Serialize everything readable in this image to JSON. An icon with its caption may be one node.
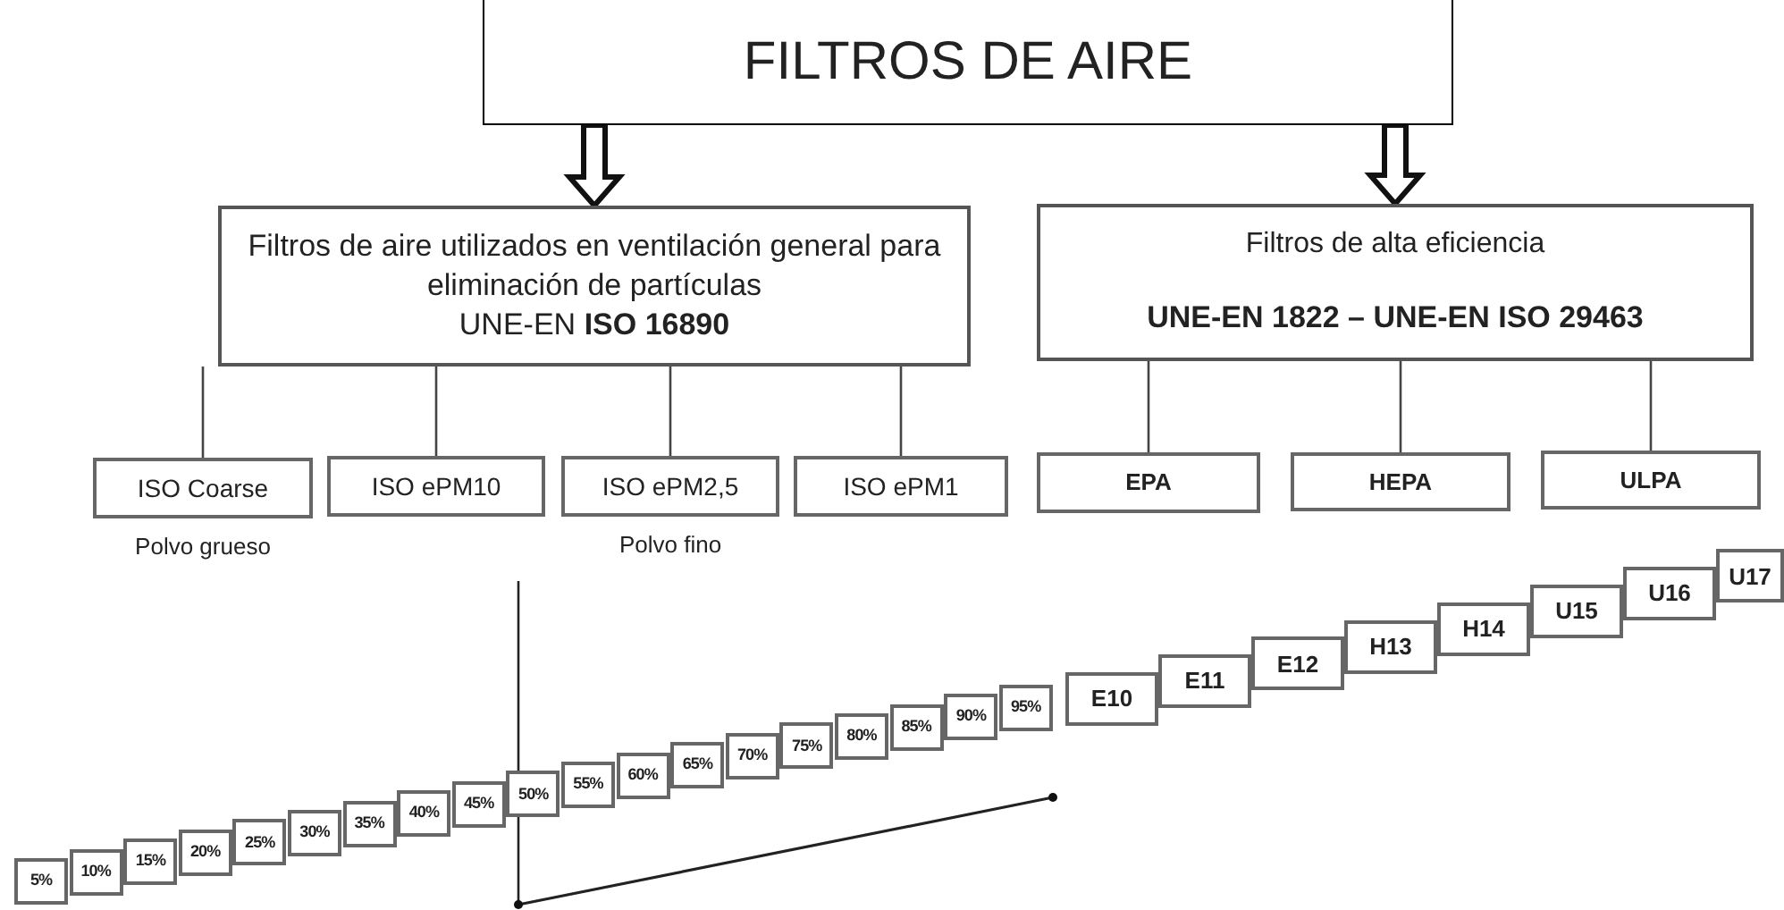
{
  "diagram": {
    "nodes": [
      {
        "text": [
          "FILTROS DE AIRE"
        ]
      },
      {
        "text": [
          "Filtros de aire utilizados en ventilación general para eliminación de partículas",
          "UNE-EN **ISO 16890**"
        ]
      },
      {
        "text": [
          "Filtros de alta eficiencia",
          "UNE-EN 1822 – UNE-EN ISO 29463"
        ]
      },
      {
        "text": [
          "ISO Coarse"
        ],
        "beside": [
          "Polvo grueso"
        ]
      },
      {
        "text": [
          "ISO ePM10"
        ]
      },
      {
        "text": [
          "ISO ePM2,5"
        ],
        "beside": [
          "Polvo fino"
        ]
      },
      {
        "text": [
          "ISO ePM1"
        ]
      },
      {
        "text": [
          "EPA"
        ]
      },
      {
        "text": [
          "HEPA"
        ]
      },
      {
        "text": [
          "ULPA"
        ]
      },
      {
        "text": [
          "5%"
        ]
      },
      {
        "text": [
          "10%"
        ]
      },
      {
        "text": [
          "15%"
        ]
      },
      {
        "text": [
          "20%"
        ]
      },
      {
        "text": [
          "25%"
        ]
      },
      {
        "text": [
          "30%"
        ]
      },
      {
        "text": [
          "35%"
        ]
      },
      {
        "text": [
          "40%"
        ]
      },
      {
        "text": [
          "45%"
        ]
      },
      {
        "text": [
          "50%"
        ]
      },
      {
        "text": [
          "55%"
        ]
      },
      {
        "text": [
          "60%"
        ]
      },
      {
        "text": [
          "65%"
        ]
      },
      {
        "text": [
          "70%"
        ]
      },
      {
        "text": [
          "75%"
        ]
      },
      {
        "text": [
          "80%"
        ]
      },
      {
        "text": [
          "85%"
        ]
      },
      {
        "text": [
          "90%"
        ]
      },
      {
        "text": [
          "95%"
        ]
      },
      {
        "text": [
          "E10"
        ]
      },
      {
        "text": [
          "E11"
        ]
      },
      {
        "text": [
          "E12"
        ]
      },
      {
        "text": [
          "H13"
        ]
      },
      {
        "text": [
          "H14"
        ]
      },
      {
        "text": [
          "U15"
        ]
      },
      {
        "text": [
          "U16"
        ]
      },
      {
        "text": [
          "U17"
        ]
      }
    ],
    "edges": [
      {
        "from": 0,
        "to": 1,
        "arrow": "to",
        "style": "thick"
      },
      {
        "from": 0,
        "to": 2,
        "arrow": "to",
        "style": "thick"
      },
      {
        "from": 1,
        "to": 3,
        "arrow": "none"
      },
      {
        "from": 1,
        "to": 4,
        "arrow": "none"
      },
      {
        "from": 1,
        "to": 5,
        "arrow": "none"
      },
      {
        "from": 1,
        "to": 6,
        "arrow": "none"
      },
      {
        "from": 2,
        "to": 7,
        "arrow": "none"
      },
      {
        "from": 2,
        "to": 8,
        "arrow": "none"
      },
      {
        "from": 2,
        "to": 9,
        "arrow": "none"
      }
    ]
  }
}
